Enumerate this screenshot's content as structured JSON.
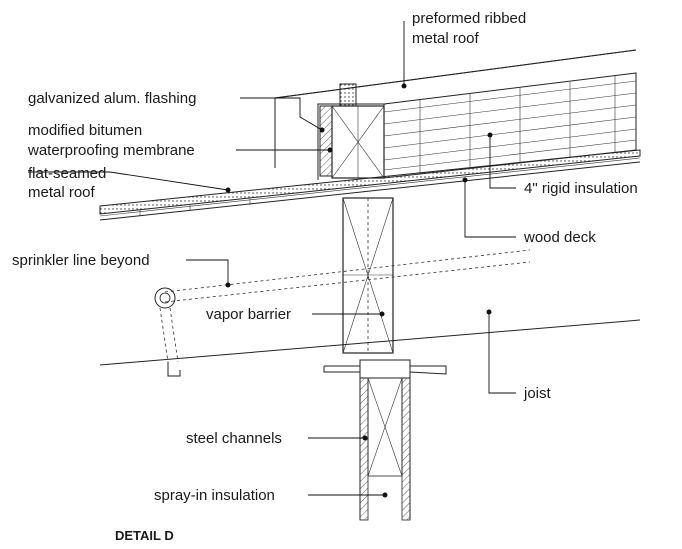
{
  "caption": "DETAIL D",
  "labels": {
    "preformed_roof_1": "preformed ribbed",
    "preformed_roof_2": "metal roof",
    "flashing": "galvanized alum. flashing",
    "membrane_1": "modified bitumen",
    "membrane_2": "waterproofing membrane",
    "flat_roof_1": "flat-seamed",
    "flat_roof_2": "metal roof",
    "rigid_insulation": "4\" rigid insulation",
    "wood_deck": "wood deck",
    "sprinkler": "sprinkler line beyond",
    "vapor_barrier": "vapor barrier",
    "joist": "joist",
    "steel_channels": "steel channels",
    "spray_insulation": "spray-in insulation"
  }
}
